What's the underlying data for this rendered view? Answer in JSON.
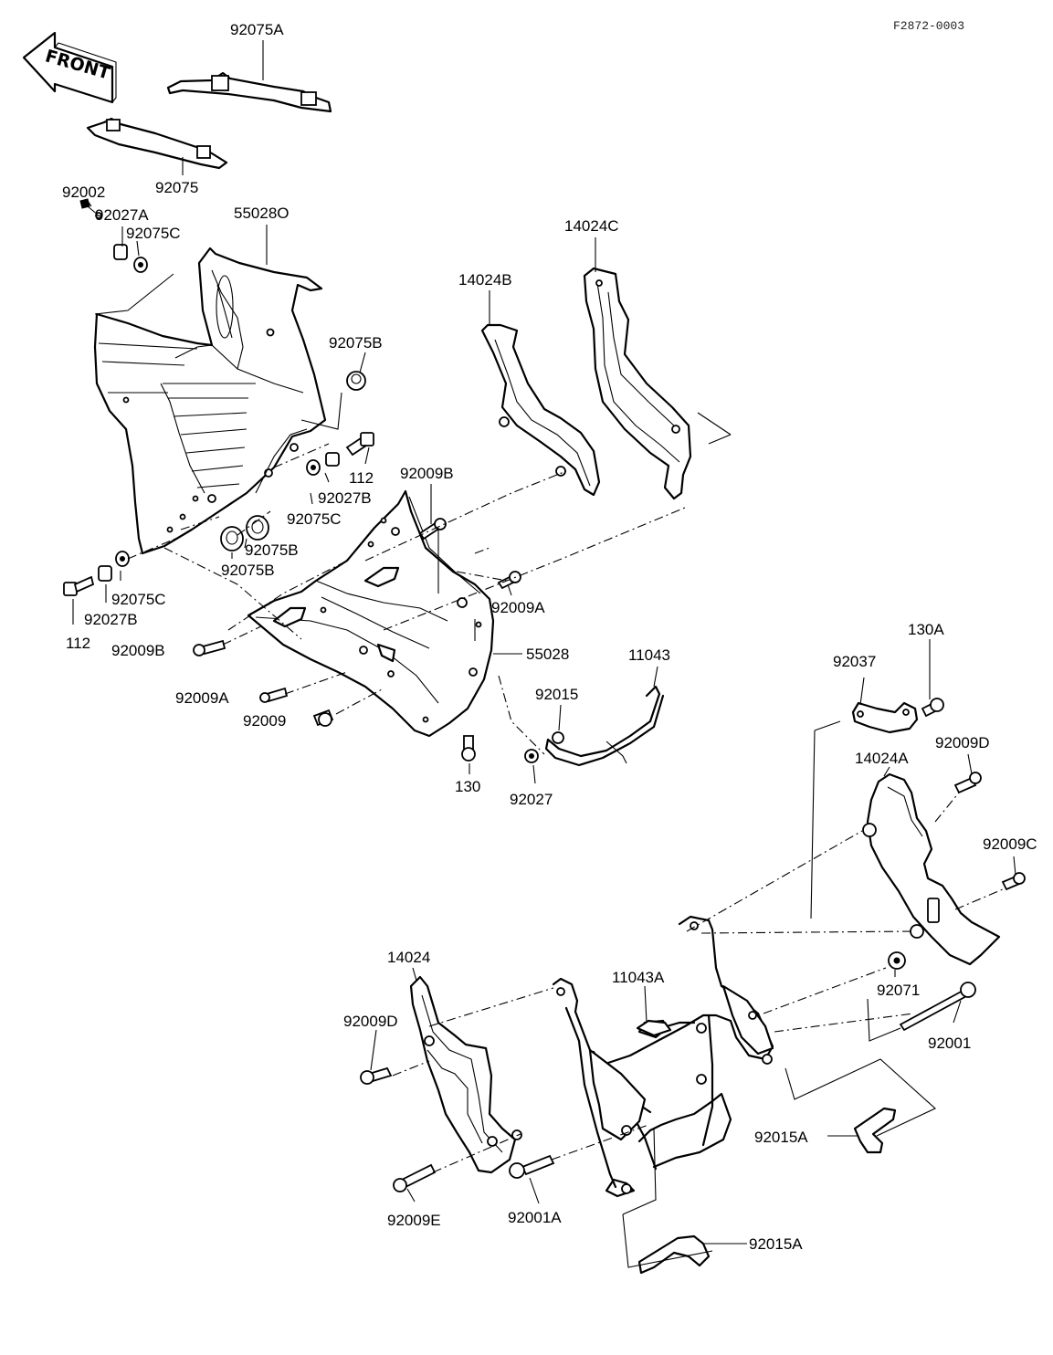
{
  "figure_code": "F2872-0003",
  "front_arrow": {
    "label": "FRONT",
    "icon": "front-direction-arrow"
  },
  "callouts": [
    "92075A",
    "92075",
    "92002",
    "92027A",
    "92075C",
    "55028O",
    "14024C",
    "14024B",
    "92075B",
    "112",
    "92009B",
    "92027B",
    "92075C",
    "92075B",
    "92075B",
    "92075C",
    "112",
    "92027B",
    "92009B",
    "92009A",
    "55028",
    "11043",
    "92009A",
    "92015",
    "92009",
    "130",
    "92027",
    "130A",
    "92037",
    "92009D",
    "14024A",
    "92009C",
    "14024",
    "11043A",
    "92071",
    "92009D",
    "92001",
    "92015A",
    "92009E",
    "92001A",
    "92015A"
  ]
}
